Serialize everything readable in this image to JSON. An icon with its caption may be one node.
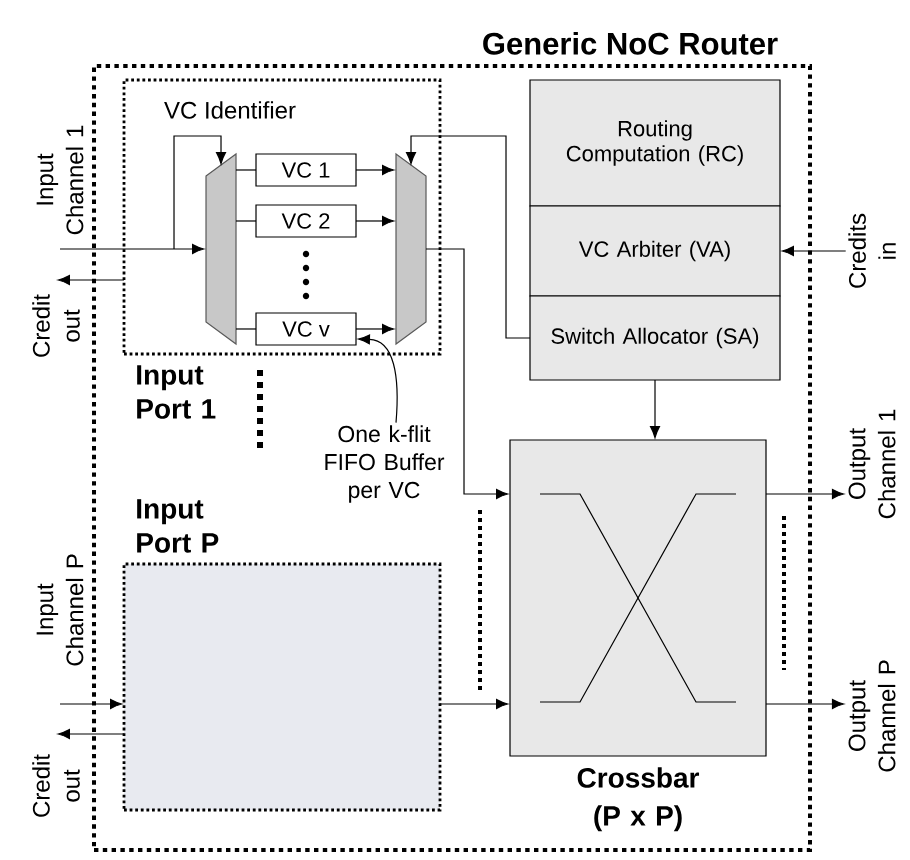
{
  "diagram": {
    "nodes": [
      {
        "text": [
          "Generic NoC Router"
        ]
      },
      {
        "text": [
          "Input Port 1"
        ],
        "in": 0
      },
      {
        "text": [],
        "shape": "trapezoid",
        "in": 1
      },
      {
        "text": [
          "VC 1"
        ],
        "in": 1
      },
      {
        "text": [
          "VC 2"
        ],
        "in": 1
      },
      {
        "text": [
          "VC v"
        ],
        "in": 1
      },
      {
        "text": [],
        "shape": "trapezoid",
        "in": 1
      },
      {
        "text": [
          "Routing Computation (RC)"
        ],
        "in": 0
      },
      {
        "text": [
          "VC Arbiter (VA)"
        ],
        "in": 0
      },
      {
        "text": [
          "Switch Allocator (SA)"
        ],
        "in": 0
      },
      {
        "text": [
          "Crossbar (P x P)"
        ],
        "in": 0
      },
      {
        "text": [
          "Input Port P"
        ],
        "in": 0
      },
      {
        "text": [
          "One k-flit FIFO Buffer per VC"
        ],
        "in": 0
      },
      {
        "text": [
          "Input Channel 1"
        ]
      },
      {
        "text": [
          "Credit out"
        ]
      },
      {
        "text": [
          "Credits in"
        ]
      },
      {
        "text": [
          "Output Channel 1"
        ]
      },
      {
        "text": [
          "Output Channel P"
        ]
      },
      {
        "text": [
          "Input Channel P"
        ]
      },
      {
        "text": [
          "Credit out"
        ]
      }
    ],
    "edges": [
      {
        "from": 13,
        "to": 2,
        "arrow": "to"
      },
      {
        "from": 1,
        "to": 14,
        "arrow": "to"
      },
      {
        "from": null,
        "to": 2,
        "arrow": "to"
      },
      {
        "from": 2,
        "to": 3,
        "arrow": "none"
      },
      {
        "from": 2,
        "to": 4,
        "arrow": "none"
      },
      {
        "from": 2,
        "to": 5,
        "arrow": "none"
      },
      {
        "from": 3,
        "to": 6,
        "arrow": "to"
      },
      {
        "from": 4,
        "to": 6,
        "arrow": "to"
      },
      {
        "from": 5,
        "to": 6,
        "arrow": "to"
      },
      {
        "from": 9,
        "to": 6,
        "arrow": "to"
      },
      {
        "from": 6,
        "to": 10,
        "arrow": "to"
      },
      {
        "from": 9,
        "to": 10,
        "arrow": "to"
      },
      {
        "from": 15,
        "to": 8,
        "arrow": "to"
      },
      {
        "from": 10,
        "to": 16,
        "arrow": "to"
      },
      {
        "from": 10,
        "to": 17,
        "arrow": "to"
      },
      {
        "from": 18,
        "to": 11,
        "arrow": "to"
      },
      {
        "from": 11,
        "to": 19,
        "arrow": "to"
      },
      {
        "from": 11,
        "to": 10,
        "arrow": "to"
      },
      {
        "from": 12,
        "to": 5,
        "arrow": "to"
      }
    ],
    "labels": [
      "VC Identifier"
    ]
  }
}
